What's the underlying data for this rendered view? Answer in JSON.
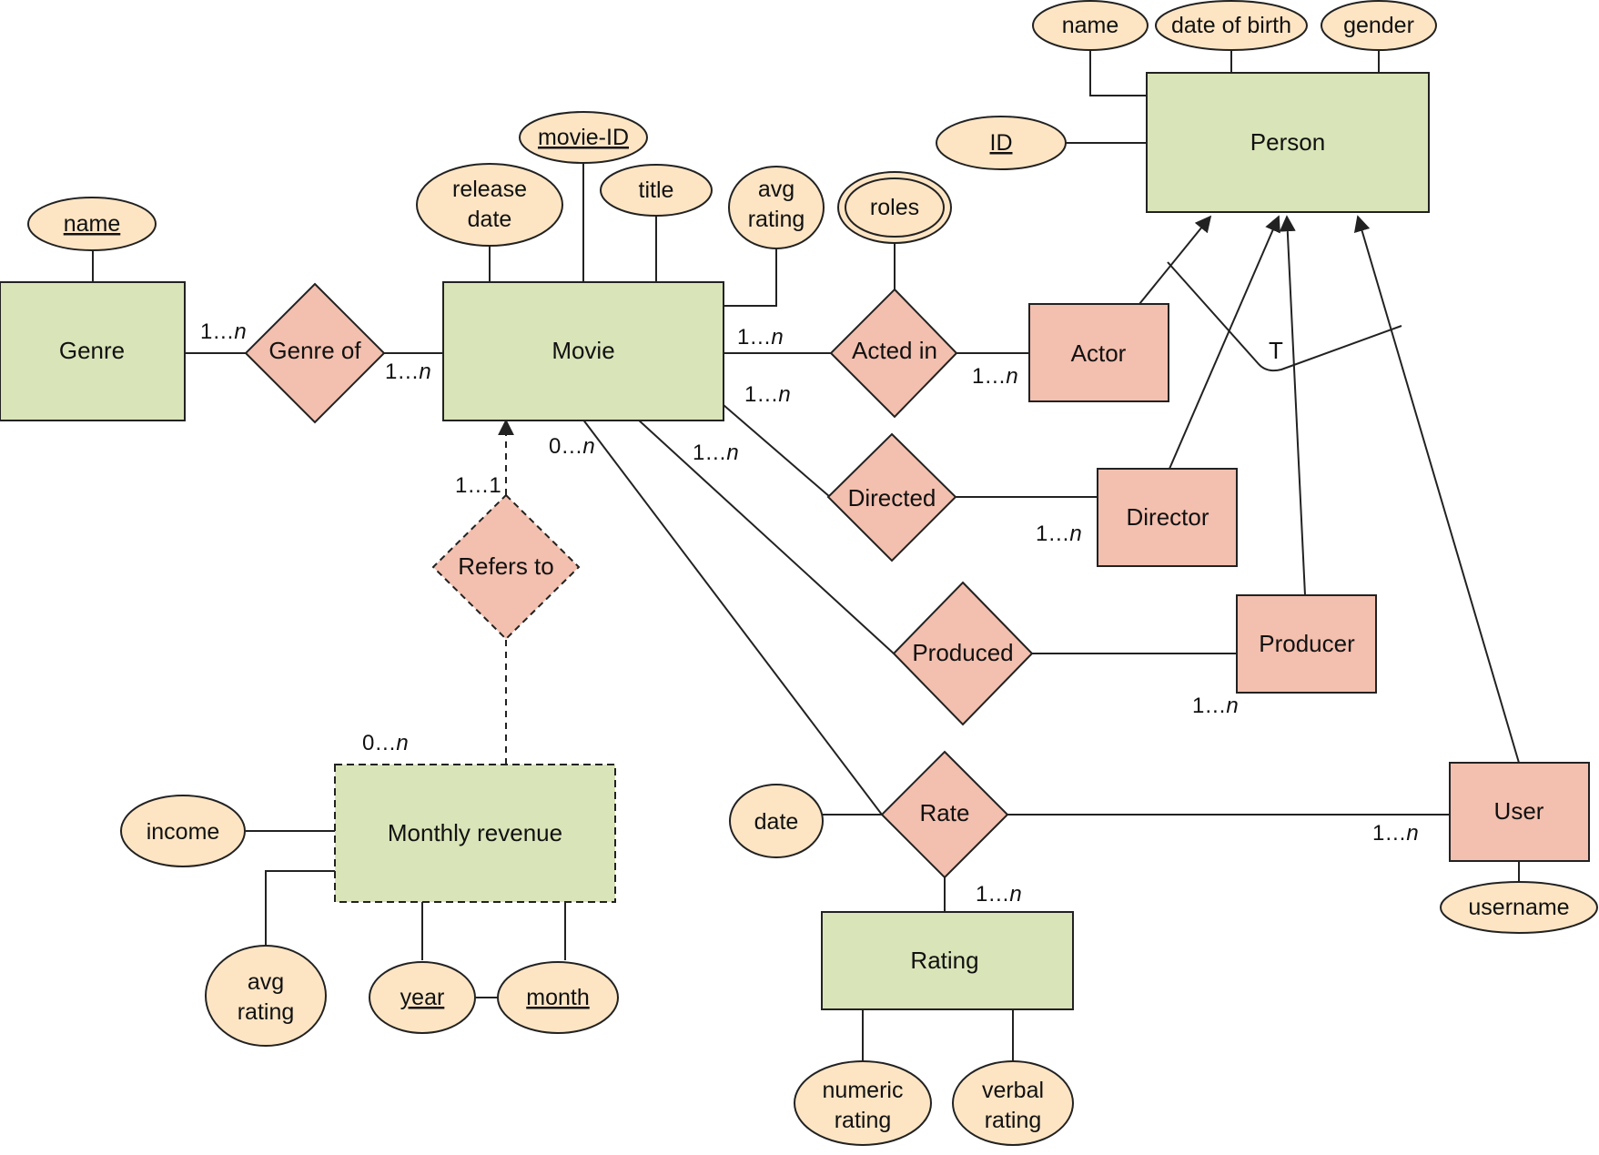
{
  "entities": {
    "genre": "Genre",
    "movie": "Movie",
    "person": "Person",
    "actor": "Actor",
    "director": "Director",
    "producer": "Producer",
    "user": "User",
    "rating": "Rating",
    "monthly_revenue": "Monthly revenue"
  },
  "relationships": {
    "genre_of": "Genre of",
    "acted_in": "Acted in",
    "directed": "Directed",
    "produced": "Produced",
    "rate": "Rate",
    "refers_to": "Refers to"
  },
  "attributes": {
    "genre_name": "name",
    "movie_id": "movie-ID",
    "release_date_1": "release",
    "release_date_2": "date",
    "title": "title",
    "movie_avg_rating_1": "avg",
    "movie_avg_rating_2": "rating",
    "roles": "roles",
    "person_name": "name",
    "date_of_birth": "date of birth",
    "gender": "gender",
    "person_id": "ID",
    "rate_date": "date",
    "username": "username",
    "numeric_rating_1": "numeric",
    "numeric_rating_2": "rating",
    "verbal_rating_1": "verbal",
    "verbal_rating_2": "rating",
    "income": "income",
    "rev_avg_rating_1": "avg",
    "rev_avg_rating_2": "rating",
    "year": "year",
    "month": "month"
  },
  "specialization": {
    "total_marker": "T"
  },
  "cardinalities": {
    "genre_genreof": {
      "pre": "1…",
      "n": "n"
    },
    "genreof_movie": {
      "pre": "1…",
      "n": "n"
    },
    "movie_actedin": {
      "pre": "1…",
      "n": "n"
    },
    "actedin_actor": {
      "pre": "1…",
      "n": "n"
    },
    "movie_directed": {
      "pre": "1…",
      "n": "n"
    },
    "directed_director": {
      "pre": "1…",
      "n": "n"
    },
    "movie_produced": {
      "pre": "1…",
      "n": "n"
    },
    "produced_producer": {
      "pre": "1…",
      "n": "n"
    },
    "movie_rate": {
      "pre": "0…",
      "n": "n"
    },
    "rate_user": {
      "pre": "1…",
      "n": "n"
    },
    "rate_rating": {
      "pre": "1…",
      "n": "n"
    },
    "refersto_movie": "1…1",
    "revenue_refersto": {
      "pre": "0…",
      "n": "n"
    }
  }
}
